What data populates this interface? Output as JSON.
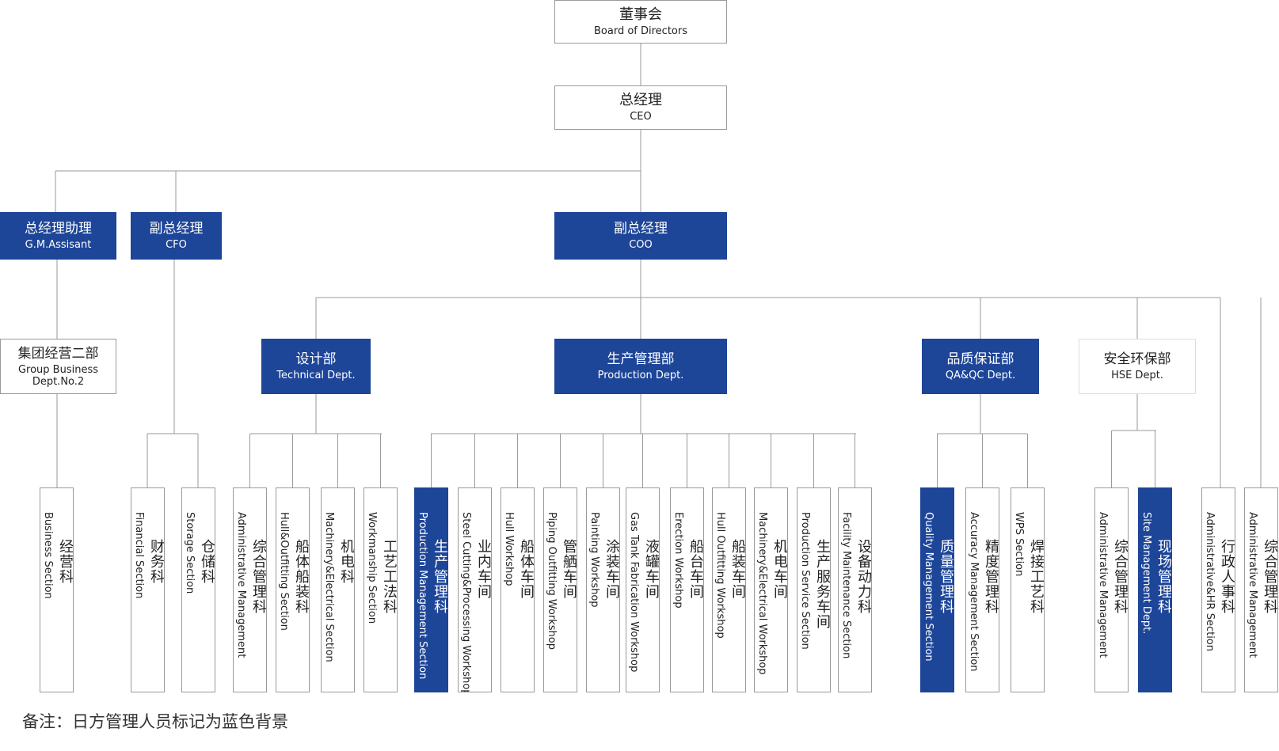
{
  "top": [
    {
      "id": "board",
      "cn": "董事会",
      "en": "Board of Directors",
      "style": "plain"
    },
    {
      "id": "ceo",
      "cn": "总经理",
      "en": "CEO",
      "style": "plain"
    }
  ],
  "level2": [
    {
      "id": "ga",
      "cn": "总经理助理",
      "en": "G.M.Assisant",
      "style": "blue"
    },
    {
      "id": "cfo",
      "cn": "副总经理",
      "en": "CFO",
      "style": "blue"
    },
    {
      "id": "coo",
      "cn": "副总经理",
      "en": "COO",
      "style": "blue"
    }
  ],
  "departments": [
    {
      "id": "group",
      "cn": "集团经营二部",
      "en": "Group Business Dept.No.2",
      "style": "plain"
    },
    {
      "id": "tech",
      "cn": "设计部",
      "en": "Technical Dept.",
      "style": "blue"
    },
    {
      "id": "prod",
      "cn": "生产管理部",
      "en": "Production Dept.",
      "style": "blue"
    },
    {
      "id": "qa",
      "cn": "品质保证部",
      "en": "QA&QC Dept.",
      "style": "blue"
    },
    {
      "id": "hse",
      "cn": "安全环保部",
      "en": "HSE Dept.",
      "style": "light"
    }
  ],
  "sections": [
    {
      "cn": "经营科",
      "en": "Business Section",
      "blue": false
    },
    {
      "cn": "财务科",
      "en": "Financial Section",
      "blue": false
    },
    {
      "cn": "仓储科",
      "en": "Storage Section",
      "blue": false
    },
    {
      "cn": "综合管理科",
      "en": "Administrative Management",
      "blue": false
    },
    {
      "cn": "船体船装科",
      "en": "Hull&Outfitting Section",
      "blue": false
    },
    {
      "cn": "机电科",
      "en": "Machinery&Electrical Section",
      "blue": false
    },
    {
      "cn": "工艺工法科",
      "en": "Workmanship Section",
      "blue": false
    },
    {
      "cn": "生产管理科",
      "en": "Production Management Section",
      "blue": true
    },
    {
      "cn": "业内车间",
      "en": "Steel Cutting&Processing Workshop",
      "blue": false
    },
    {
      "cn": "船体车间",
      "en": "Hull Workshop",
      "blue": false
    },
    {
      "cn": "管舾车间",
      "en": "Piping Outfitting Workshop",
      "blue": false
    },
    {
      "cn": "涂装车间",
      "en": "Painting Workshop",
      "blue": false
    },
    {
      "cn": "液罐车间",
      "en": "Gas Tank Fabrication Workshop",
      "blue": false
    },
    {
      "cn": "船台车间",
      "en": "Erection Workshop",
      "blue": false
    },
    {
      "cn": "船装车间",
      "en": "Hull Outfitting Workshop",
      "blue": false
    },
    {
      "cn": "机电车间",
      "en": "Machinery&Electrical Workshop",
      "blue": false
    },
    {
      "cn": "生产服务车间",
      "en": "Production Service Section",
      "blue": false
    },
    {
      "cn": "设备动力科",
      "en": "Facility Maintenance Section",
      "blue": false
    },
    {
      "cn": "质量管理科",
      "en": "Quality Management Section",
      "blue": true
    },
    {
      "cn": "精度管理科",
      "en": "Accuracy Management Section",
      "blue": false
    },
    {
      "cn": "焊接工艺科",
      "en": "WPS Section",
      "blue": false
    },
    {
      "cn": "综合管理科",
      "en": "Administrative Management",
      "blue": false
    },
    {
      "cn": "现场管理科",
      "en": "Site Management Dept.",
      "blue": true
    },
    {
      "cn": "行政人事科",
      "en": "Administrative&HR Section",
      "blue": false
    },
    {
      "cn": "综合管理科",
      "en": "Administrative Management",
      "blue": false
    }
  ],
  "note": "备注：日方管理人员标记为蓝色背景",
  "colors": {
    "blue": "#1d4598",
    "line": "#9a9a9a",
    "border": "#9a9a9a"
  }
}
